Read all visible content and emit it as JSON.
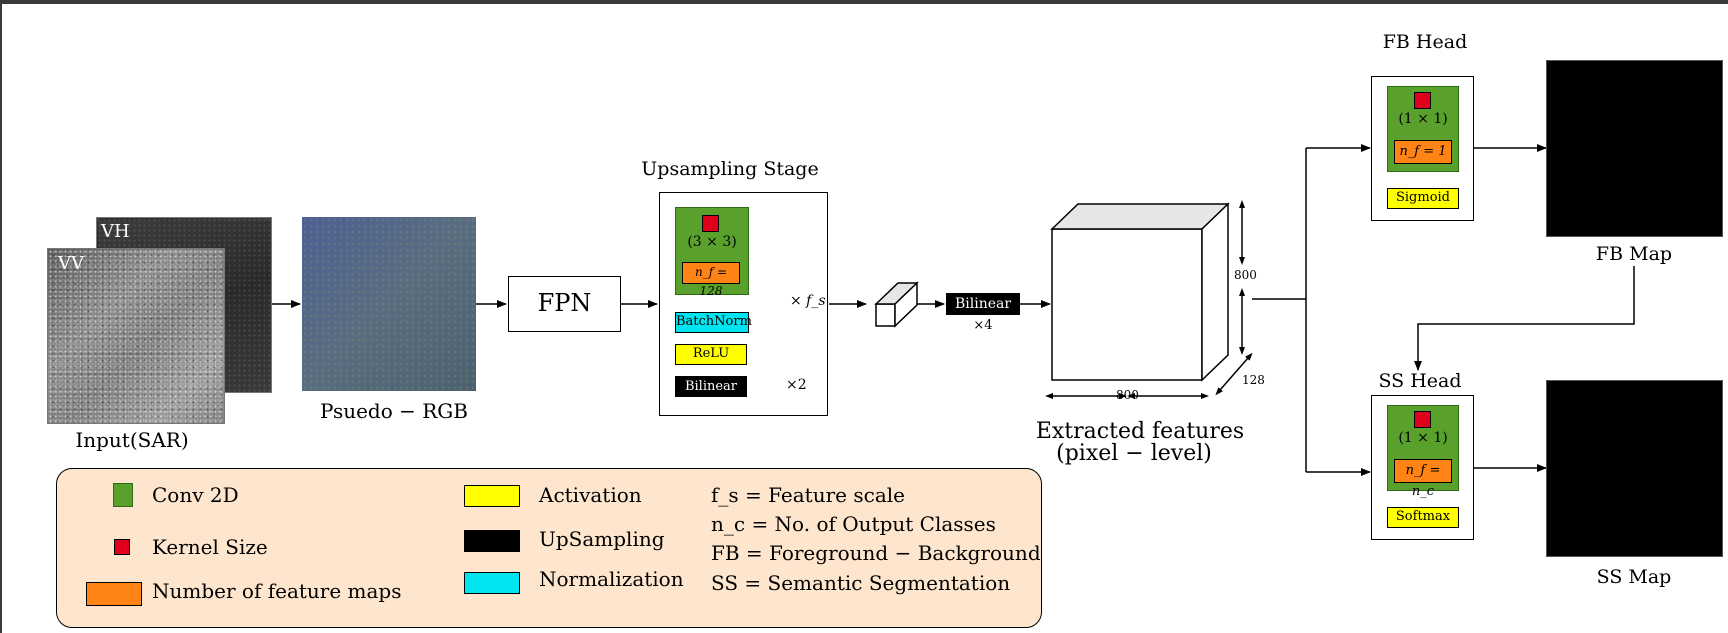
{
  "input": {
    "vh_label": "VH",
    "vv_label": "VV",
    "caption": "Input(SAR)"
  },
  "pseudo_rgb": {
    "caption": "Psuedo − RGB"
  },
  "fpn": {
    "label": "FPN"
  },
  "upsampling_stage": {
    "title": "Upsampling Stage",
    "kernel": "(3 × 3)",
    "feature_maps": "n_f = 128",
    "norm": "BatchNorm",
    "activation": "ReLU",
    "upsample": "Bilinear",
    "repeat_outer": "× f_s",
    "repeat_inner": "×2"
  },
  "upsample_after": {
    "label": "Bilinear",
    "factor": "×4"
  },
  "features": {
    "caption_line1": "Extracted features",
    "caption_line2": "(pixel − level)",
    "dim_height": "800",
    "dim_width": "800",
    "dim_depth": "128"
  },
  "fb_head": {
    "title": "FB Head",
    "kernel": "(1 × 1)",
    "feature_maps": "n_f = 1",
    "activation": "Sigmoid",
    "map_caption": "FB Map"
  },
  "ss_head": {
    "title": "SS Head",
    "kernel": "(1 × 1)",
    "feature_maps": "n_f = n_c",
    "activation": "Softmax",
    "map_caption": "SS Map"
  },
  "legend": {
    "conv": "Conv 2D",
    "kernel": "Kernel Size",
    "feature_maps": "Number of feature maps",
    "activation": "Activation",
    "upsampling": "UpSampling",
    "normalization": "Normalization",
    "def_fs": "f_s = Feature scale",
    "def_nc": "n_c = No. of Output Classes",
    "def_fb": "FB = Foreground − Background",
    "def_ss": "SS = Semantic Segmentation"
  },
  "colors": {
    "conv": "#5aa02c",
    "kernel": "#e0001b",
    "feature_maps": "#ff8415",
    "activation": "#ffff00",
    "upsampling": "#000000",
    "normalization": "#00e5f0",
    "legend_bg": "#fde6cd"
  }
}
